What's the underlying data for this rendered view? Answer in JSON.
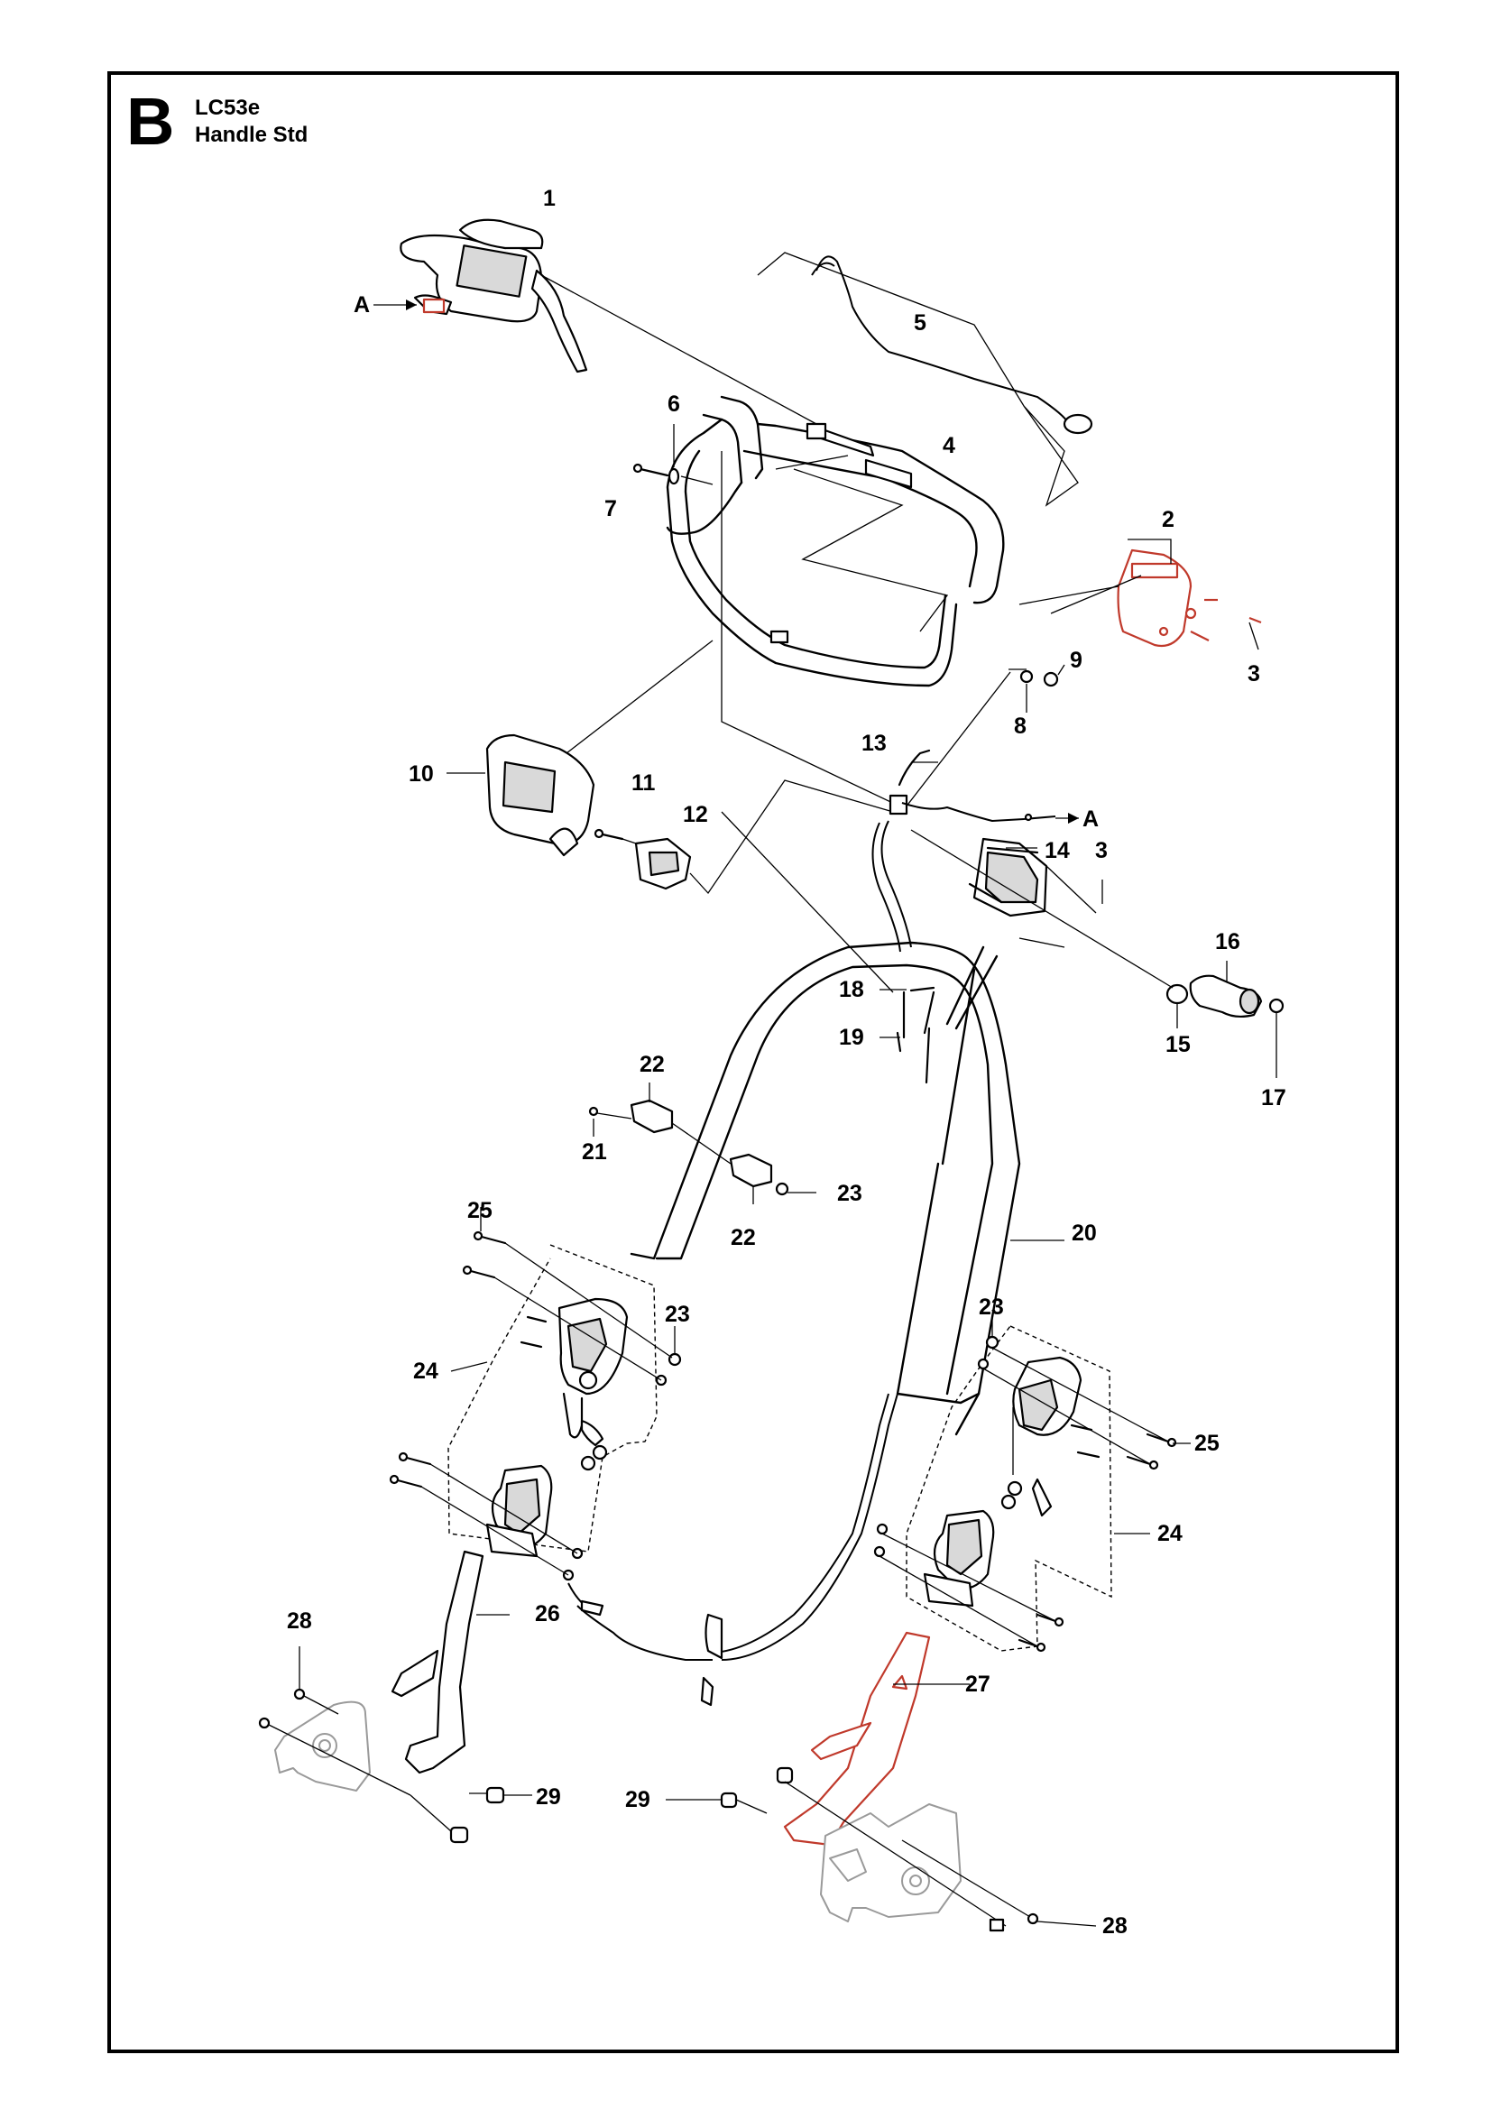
{
  "header": {
    "section_letter": "B",
    "model": "LC53e",
    "title": "Handle Std"
  },
  "callouts": {
    "c1": "1",
    "c2": "2",
    "c3a": "3",
    "c3b": "3",
    "c4": "4",
    "c5": "5",
    "c6": "6",
    "c7": "7",
    "c8": "8",
    "c9": "9",
    "c10": "10",
    "c11": "11",
    "c12": "12",
    "c13": "13",
    "c14": "14",
    "c15": "15",
    "c16": "16",
    "c17": "17",
    "c18": "18",
    "c19": "19",
    "c20": "20",
    "c21": "21",
    "c22a": "22",
    "c22b": "22",
    "c23a": "23",
    "c23b": "23",
    "c23c": "23",
    "c24a": "24",
    "c24b": "24",
    "c25a": "25",
    "c25b": "25",
    "c26": "26",
    "c27": "27",
    "c28a": "28",
    "c28b": "28",
    "c29a": "29",
    "c29b": "29",
    "refA1": "A",
    "refA2": "A"
  },
  "colors": {
    "highlight": "#c0392b",
    "ghost": "#9a9a9a"
  }
}
